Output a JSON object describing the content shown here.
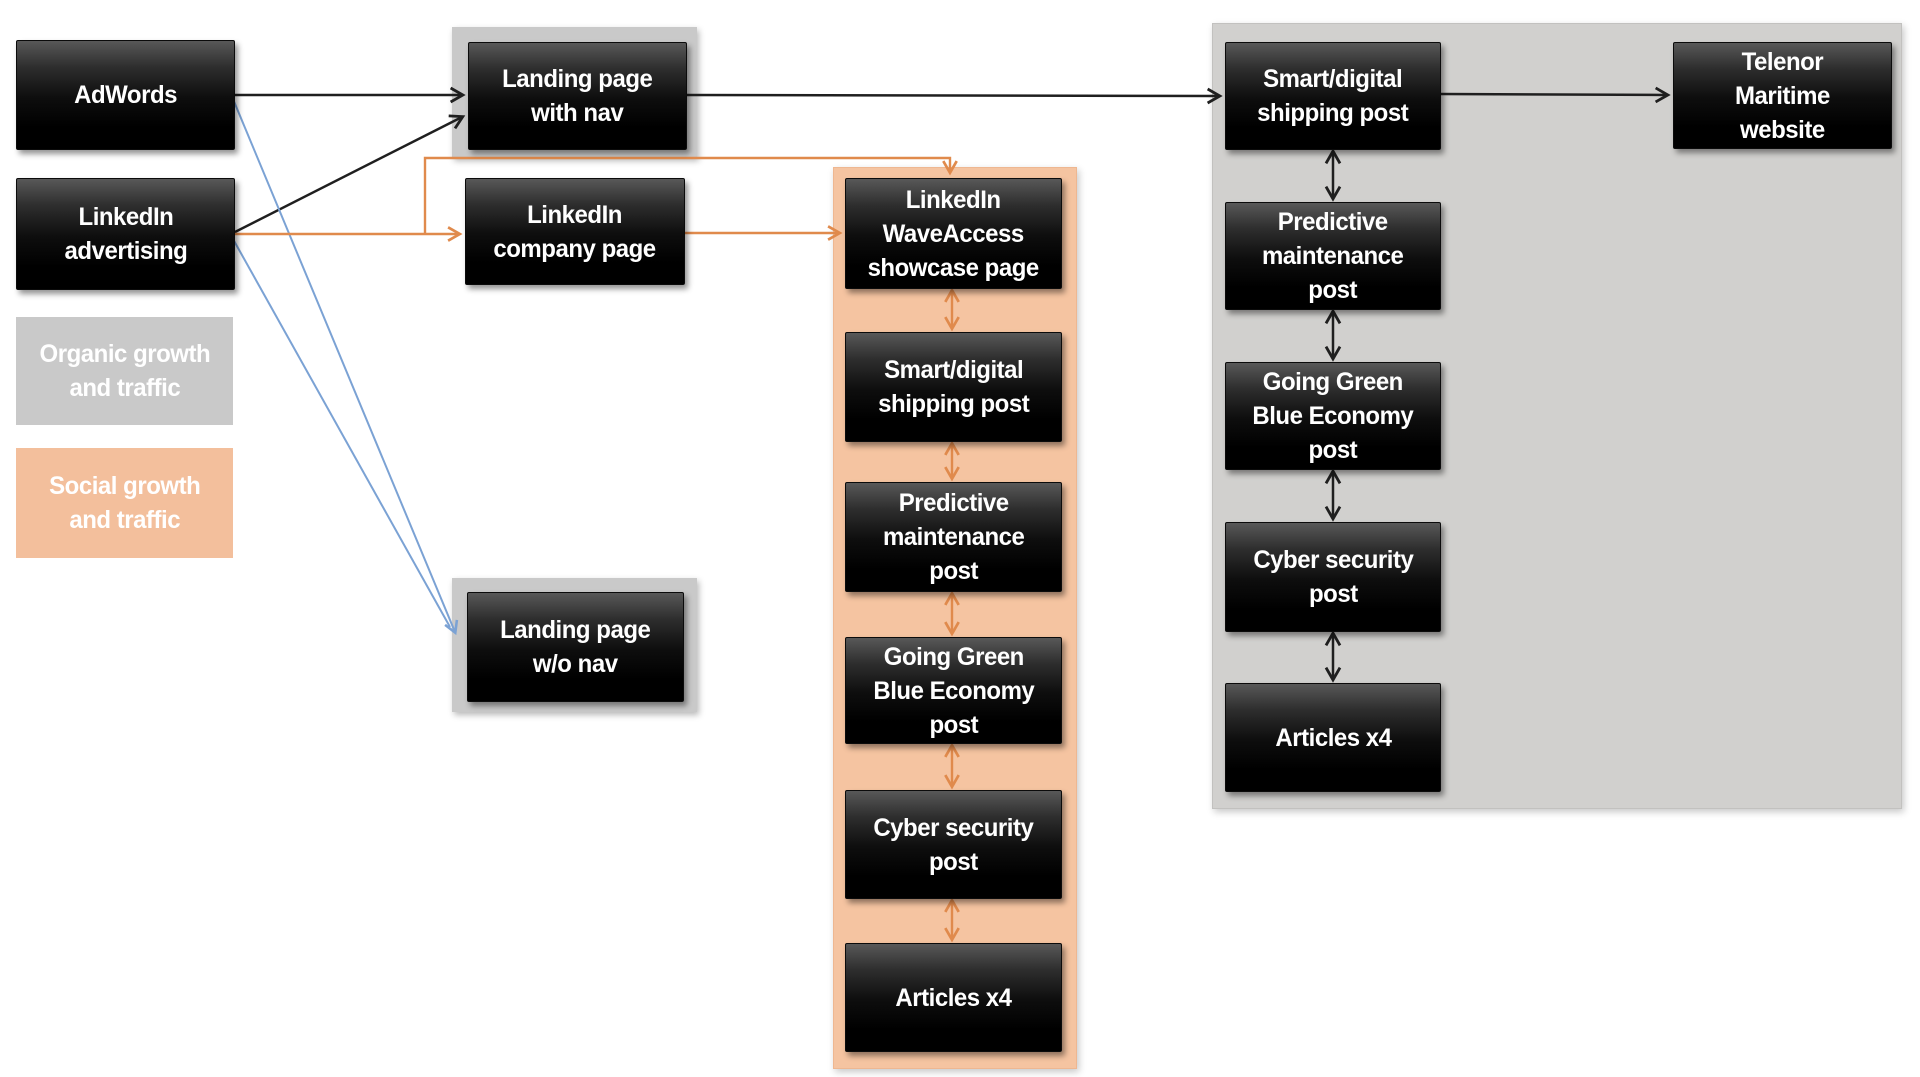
{
  "diagram": {
    "type": "marketing-traffic-flowchart",
    "legend": {
      "organic": "Organic growth\nand traffic",
      "social": "Social growth\nand traffic"
    },
    "nodes": {
      "adwords": {
        "label": "AdWords"
      },
      "linkedin_advertising": {
        "label": "LinkedIn\nadvertising"
      },
      "landing_with_nav": {
        "label": "Landing page\nwith nav"
      },
      "linkedin_company_page": {
        "label": "LinkedIn\ncompany page"
      },
      "landing_wo_nav": {
        "label": "Landing page\nw/o nav"
      },
      "wave_showcase": {
        "label": "LinkedIn\nWaveAccess\nshowcase page"
      },
      "smart_post_social": {
        "label": "Smart/digital\nshipping post"
      },
      "predictive_post_social": {
        "label": "Predictive\nmaintenance\npost"
      },
      "green_post_social": {
        "label": "Going Green\nBlue Economy\npost"
      },
      "cyber_post_social": {
        "label": "Cyber security\npost"
      },
      "articles_social": {
        "label": "Articles x4"
      },
      "smart_post_organic": {
        "label": "Smart/digital\nshipping post"
      },
      "predictive_post_organic": {
        "label": "Predictive\nmaintenance\npost"
      },
      "green_post_organic": {
        "label": "Going Green\nBlue Economy\npost"
      },
      "cyber_post_organic": {
        "label": "Cyber security\npost"
      },
      "articles_organic": {
        "label": "Articles x4"
      },
      "telenor_website": {
        "label": "Telenor\nMaritime\nwebsite"
      }
    },
    "edges": [
      {
        "from": "adwords",
        "to": "landing_with_nav",
        "color": "black",
        "bidirectional": false
      },
      {
        "from": "linkedin_advertising",
        "to": "landing_with_nav",
        "color": "black",
        "bidirectional": false
      },
      {
        "from": "adwords",
        "to": "landing_wo_nav",
        "color": "blue",
        "bidirectional": false
      },
      {
        "from": "linkedin_advertising",
        "to": "landing_wo_nav",
        "color": "blue",
        "bidirectional": false
      },
      {
        "from": "linkedin_advertising",
        "to": "linkedin_company_page",
        "color": "orange",
        "bidirectional": false
      },
      {
        "from": "linkedin_advertising",
        "to": "wave_showcase",
        "color": "orange",
        "bidirectional": false
      },
      {
        "from": "linkedin_company_page",
        "to": "wave_showcase",
        "color": "orange",
        "bidirectional": false
      },
      {
        "from": "wave_showcase",
        "to": "smart_post_social",
        "color": "orange",
        "bidirectional": true
      },
      {
        "from": "smart_post_social",
        "to": "predictive_post_social",
        "color": "orange",
        "bidirectional": true
      },
      {
        "from": "predictive_post_social",
        "to": "green_post_social",
        "color": "orange",
        "bidirectional": true
      },
      {
        "from": "green_post_social",
        "to": "cyber_post_social",
        "color": "orange",
        "bidirectional": true
      },
      {
        "from": "cyber_post_social",
        "to": "articles_social",
        "color": "orange",
        "bidirectional": true
      },
      {
        "from": "landing_with_nav",
        "to": "smart_post_organic",
        "color": "black",
        "bidirectional": false
      },
      {
        "from": "smart_post_organic",
        "to": "telenor_website",
        "color": "black",
        "bidirectional": false
      },
      {
        "from": "smart_post_organic",
        "to": "predictive_post_organic",
        "color": "black",
        "bidirectional": true
      },
      {
        "from": "predictive_post_organic",
        "to": "green_post_organic",
        "color": "black",
        "bidirectional": true
      },
      {
        "from": "green_post_organic",
        "to": "cyber_post_organic",
        "color": "black",
        "bidirectional": true
      },
      {
        "from": "cyber_post_organic",
        "to": "articles_organic",
        "color": "black",
        "bidirectional": true
      }
    ],
    "colors": {
      "arrow_black": "#1f1f1f",
      "arrow_orange": "#e08a4c",
      "arrow_blue": "#7ba2d4",
      "panel_orange": "#f5c4a1",
      "panel_gray": "#d1d0ce",
      "backdrop_gray": "#c9c9c9",
      "legend_peach": "#f3bf9c",
      "node_fill": "#000000",
      "node_text": "#ffffff"
    }
  }
}
